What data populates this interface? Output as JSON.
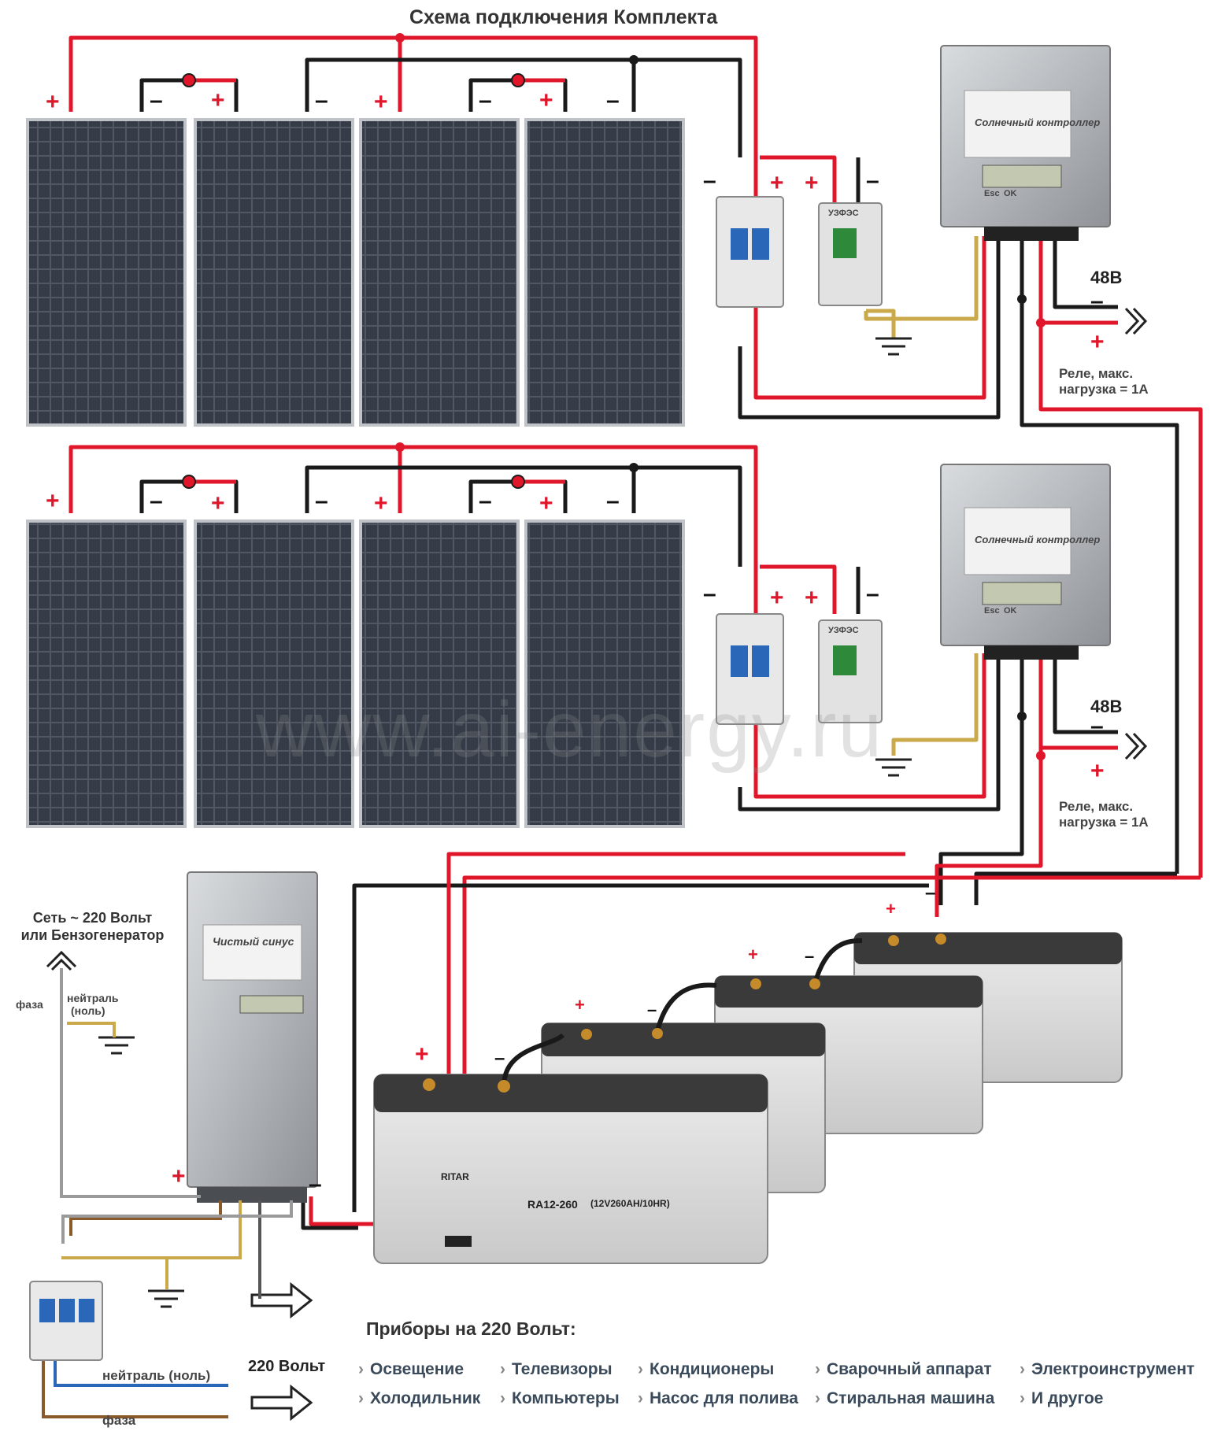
{
  "title": "Схема подключения Комплекта",
  "watermark": "www.ai-energy.ru",
  "controller": {
    "label": "Солнечный контроллер",
    "buttons": [
      "Esc",
      "OK"
    ],
    "output_voltage": "48В",
    "relay_note_line1": "Реле, макс.",
    "relay_note_line2": "нагрузка = 1А"
  },
  "uzip_label": "УЗФЭС",
  "inverter": {
    "label": "Чистый синус"
  },
  "grid": {
    "title_line1": "Сеть ~ 220 Вольт",
    "title_line2": "или Бензогенератор",
    "phase": "фаза",
    "neutral": "нейтраль",
    "neutral_sub": "(ноль)"
  },
  "battery": {
    "brand": "RITAR",
    "model": "RA12-260",
    "spec": "(12V260AH/10HR)"
  },
  "bottom": {
    "neutral": "нейтраль (ноль)",
    "phase": "фаза",
    "v220": "220 Вольт"
  },
  "signs": {
    "plus": "+",
    "minus": "–"
  },
  "appliances": {
    "heading": "Приборы на 220 Вольт:",
    "items": [
      "Освещение",
      "Телевизоры",
      "Кондиционеры",
      "Сварочный аппарат",
      "Электроинструмент",
      "Холодильник",
      "Компьютеры",
      "Насос для полива",
      "Стиральная машина",
      "И другое"
    ]
  },
  "colors": {
    "positive": "#e0162b",
    "negative": "#1a1a1a",
    "ground": "#c9a94a",
    "ac_wire": "#9a9a9a",
    "panel": "#3a3f4a"
  }
}
